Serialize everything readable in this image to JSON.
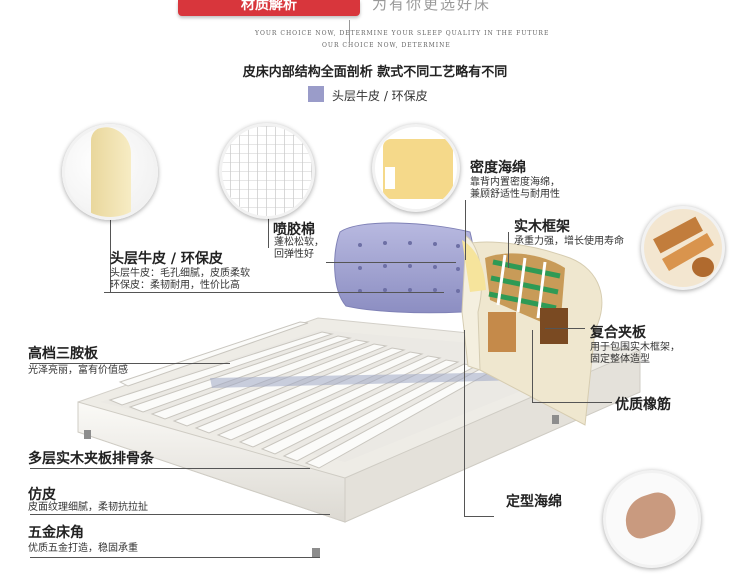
{
  "banner": {
    "left_text": "材质解析",
    "right_text": "为有你更选好床",
    "slogan_line1": "YOUR CHOICE NOW, DETERMINE YOUR SLEEP QUALITY IN THE FUTURE",
    "slogan_line2": "OUR CHOICE NOW, DETERMINE"
  },
  "subtitle": "皮床内部结构全面剖析 款式不同工艺略有不同",
  "legend": {
    "label": "头层牛皮 / 环保皮",
    "color": "#9a9cc9"
  },
  "callouts": {
    "leather": {
      "title": "头层牛皮 / 环保皮",
      "lines": [
        "头层牛皮：毛孔细腻，皮质柔软",
        "环保皮：柔韧耐用，性价比高"
      ]
    },
    "spray_cotton": {
      "title": "喷胶棉",
      "lines": [
        "蓬松松软，",
        "回弹性好"
      ]
    },
    "density_foam": {
      "title": "密度海绵",
      "lines": [
        "靠背内置密度海绵，",
        "兼顾舒适性与耐用性"
      ]
    },
    "wood_frame": {
      "title": "实木框架",
      "lines": [
        "承重力强，增长使用寿命"
      ]
    },
    "composite_board": {
      "title": "复合夹板",
      "lines": [
        "用于包围实木框架，",
        "固定整体造型"
      ]
    },
    "rubber_band": {
      "title": "优质橡筋",
      "lines": []
    },
    "tri_amine_board": {
      "title": "高档三胺板",
      "lines": [
        "光泽亮丽，富有价值感"
      ]
    },
    "slats": {
      "title": "多层实木夹板排骨条",
      "lines": []
    },
    "faux_leather": {
      "title": "仿皮",
      "lines": [
        "皮面纹理细腻，柔韧抗拉扯"
      ]
    },
    "hardware": {
      "title": "五金床角",
      "lines": [
        "优质五金打造，稳固承重"
      ]
    },
    "shaped_foam": {
      "title": "定型海绵",
      "lines": []
    }
  },
  "colors": {
    "accent_red": "#d8363c",
    "leather_purple": "#9a9cc9",
    "frame_white": "#f1efea"
  }
}
